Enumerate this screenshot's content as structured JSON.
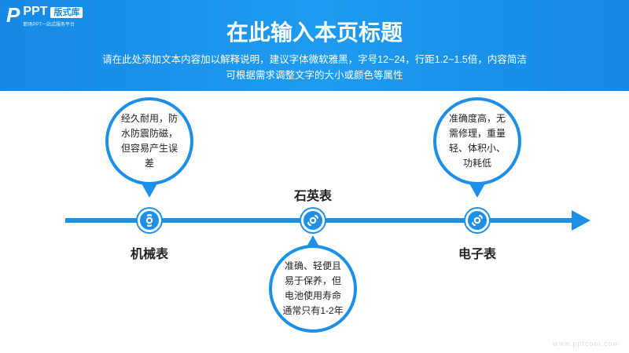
{
  "logo": {
    "mark": "P",
    "name": "PPT",
    "tag": "版式库",
    "sub": "职场PPT一站式服务平台"
  },
  "header": {
    "title": "在此输入本页标题",
    "desc_line1": "请在此处添加文本内容加以解释说明，建议字体微软雅黑，字号12~24，行距1.2~1.5倍，内容简洁",
    "desc_line2": "可根据需求调整文字的大小或颜色等属性"
  },
  "timeline": [
    {
      "label": "机械表",
      "text": "经久耐用，防水防震防磁，但容易产生误差",
      "icon": "watch-icon"
    },
    {
      "label": "石英表",
      "text": "准确、轻便且易于保养，但电池使用寿命通常只有1-2年",
      "icon": "watch-icon"
    },
    {
      "label": "电子表",
      "text": "准确度高，无需修理，重量轻、体积小、功耗低",
      "icon": "watch-icon"
    }
  ],
  "watermark": "www.pptcool.com",
  "colors": {
    "accent": "#1e8fe6"
  }
}
